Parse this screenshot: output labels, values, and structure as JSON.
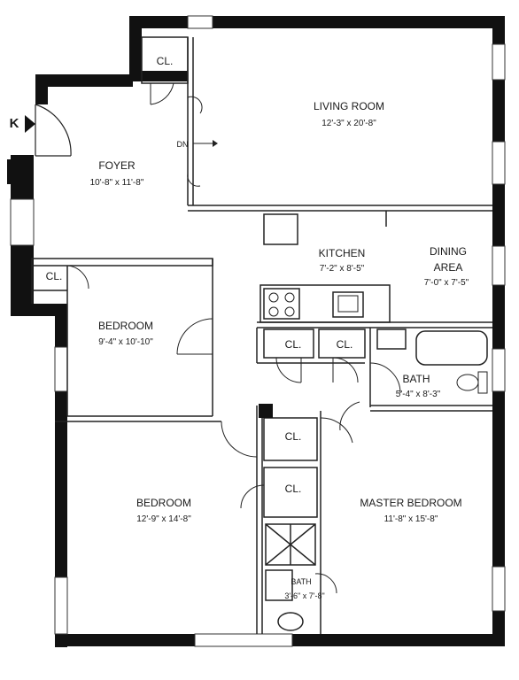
{
  "entry_marker": "K",
  "stair_label": "DN",
  "rooms": {
    "living": {
      "name": "LIVING ROOM",
      "dims": "12'-3\" x 20'-8\""
    },
    "foyer": {
      "name": "FOYER",
      "dims": "10'-8\" x 11'-8\""
    },
    "kitchen": {
      "name": "KITCHEN",
      "dims": "7'-2\" x 8'-5\""
    },
    "dining": {
      "name_line1": "DINING",
      "name_line2": "AREA",
      "dims": "7'-0\" x 7'-5\""
    },
    "bedroom1": {
      "name": "BEDROOM",
      "dims": "9'-4\" x 10'-10\""
    },
    "bath1": {
      "name": "BATH",
      "dims": "5'-4\" x 8'-3\""
    },
    "bedroom2": {
      "name": "BEDROOM",
      "dims": "12'-9\" x 14'-8\""
    },
    "master": {
      "name": "MASTER BEDROOM",
      "dims": "11'-8\" x 15'-8\""
    },
    "bath2": {
      "name": "BATH",
      "dims": "3'-6\" x 7'-8\""
    }
  },
  "closets": {
    "cl_top": "CL.",
    "cl_left": "CL.",
    "cl_kitchen1": "CL.",
    "cl_kitchen2": "CL.",
    "cl_hall1": "CL.",
    "cl_hall2": "CL."
  }
}
